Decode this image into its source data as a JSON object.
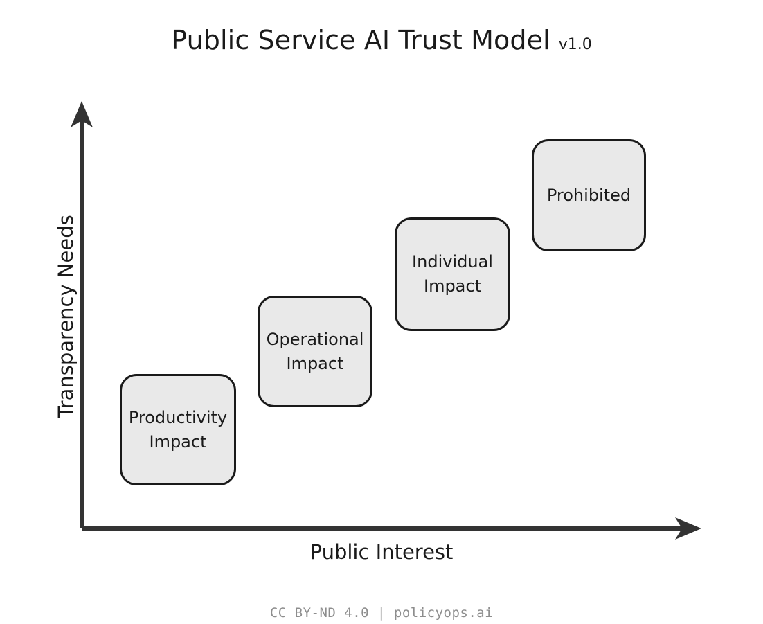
{
  "chart_data": {
    "type": "scatter",
    "title": "Public Service AI Trust Model",
    "version": "v1.0",
    "xlabel": "Public Interest",
    "ylabel": "Transparency Needs",
    "grid": false,
    "legend": null,
    "axis_style": "arrow-axes-no-ticks",
    "categories": [
      "Productivity Impact",
      "Operational Impact",
      "Individual Impact",
      "Prohibited"
    ],
    "points": [
      {
        "label": "Productivity Impact",
        "x": 1,
        "y": 1
      },
      {
        "label": "Operational Impact",
        "x": 2,
        "y": 2
      },
      {
        "label": "Individual Impact",
        "x": 3,
        "y": 3
      },
      {
        "label": "Prohibited",
        "x": 4,
        "y": 4
      }
    ],
    "xlim": [
      0,
      5
    ],
    "ylim": [
      0,
      5
    ]
  },
  "title": {
    "main": "Public Service AI Trust Model",
    "version": "v1.0"
  },
  "axes": {
    "x_label": "Public Interest",
    "y_label": "Transparency Needs"
  },
  "boxes": [
    {
      "line1": "Productivity",
      "line2": "Impact"
    },
    {
      "line1": "Operational",
      "line2": "Impact"
    },
    {
      "line1": "Individual",
      "line2": "Impact"
    },
    {
      "line1": "Prohibited",
      "line2": ""
    }
  ],
  "footer": {
    "text": "CC BY-ND 4.0 | policyops.ai"
  },
  "colors": {
    "background": "#ffffff",
    "ink": "#1a1a1a",
    "box_fill": "#e9e9e9",
    "box_stroke": "#1a1a1a",
    "footer_text": "#8d8d8d"
  }
}
